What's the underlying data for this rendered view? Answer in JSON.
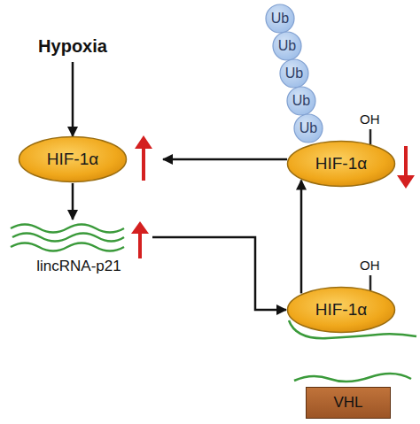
{
  "diagram": {
    "nodes": [
      {
        "text": [
          "Hypoxia"
        ]
      },
      {
        "text": [
          "HIF-1α"
        ]
      },
      {
        "text": [
          "lincRNA-p21"
        ]
      },
      {
        "text": [
          "HIF-1α"
        ]
      },
      {
        "text": [
          "VHL"
        ]
      },
      {
        "text": [
          "HIF-1α"
        ]
      },
      {
        "text": [
          "Ub"
        ]
      },
      {
        "text": [
          "Ub"
        ]
      },
      {
        "text": [
          "Ub"
        ]
      },
      {
        "text": [
          "Ub"
        ]
      },
      {
        "text": [
          "Ub"
        ]
      }
    ],
    "edges": [
      {
        "from": 0,
        "to": 1,
        "arrow": "to"
      },
      {
        "from": 1,
        "to": 2,
        "arrow": "to"
      },
      {
        "from": 2,
        "to": 3,
        "arrow": "to"
      },
      {
        "from": 3,
        "to": 5,
        "arrow": "to"
      },
      {
        "from": 5,
        "to": 1,
        "arrow": "to"
      }
    ],
    "labels": [
      "OH",
      "OH"
    ]
  }
}
